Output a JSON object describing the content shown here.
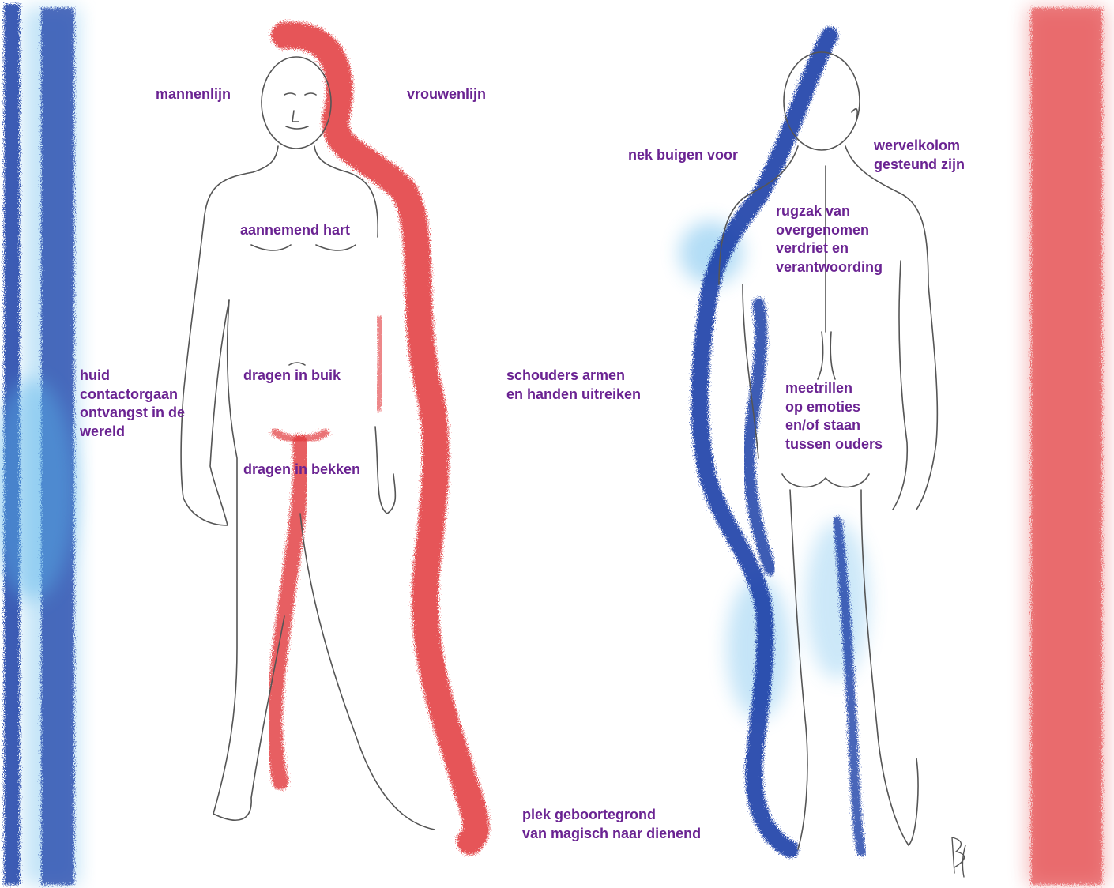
{
  "labels": {
    "mannenlijn": [
      "mannenlijn"
    ],
    "vrouwenlijn": [
      "vrouwenlijn"
    ],
    "aannemend_hart": [
      "aannemend hart"
    ],
    "dragen_in_buik": [
      "dragen in buik"
    ],
    "dragen_in_bekken": [
      "dragen in bekken"
    ],
    "huid": [
      "huid",
      "contactorgaan",
      "ontvangst in de",
      "wereld"
    ],
    "schouders": [
      "schouders armen",
      "en handen uitreiken"
    ],
    "plek": [
      "plek geboortegrond",
      "van magisch naar dienend"
    ],
    "nek": [
      "nek buigen voor"
    ],
    "wervelkolom": [
      "wervelkolom",
      "gesteund zijn"
    ],
    "rugzak": [
      "rugzak van",
      "overgenomen",
      "verdriet en",
      "verantwoording"
    ],
    "meetrillen": [
      "meetrillen",
      "op emoties",
      "en/of staan",
      "tussen ouders"
    ]
  },
  "colors": {
    "label_text": "#6a2392",
    "male_line_blue": "#1f3fa8",
    "light_blue": "#58b4ea",
    "female_line_red": "#e2383a",
    "sketch": "#555555"
  },
  "signature_icon": "artist-signature-icon"
}
